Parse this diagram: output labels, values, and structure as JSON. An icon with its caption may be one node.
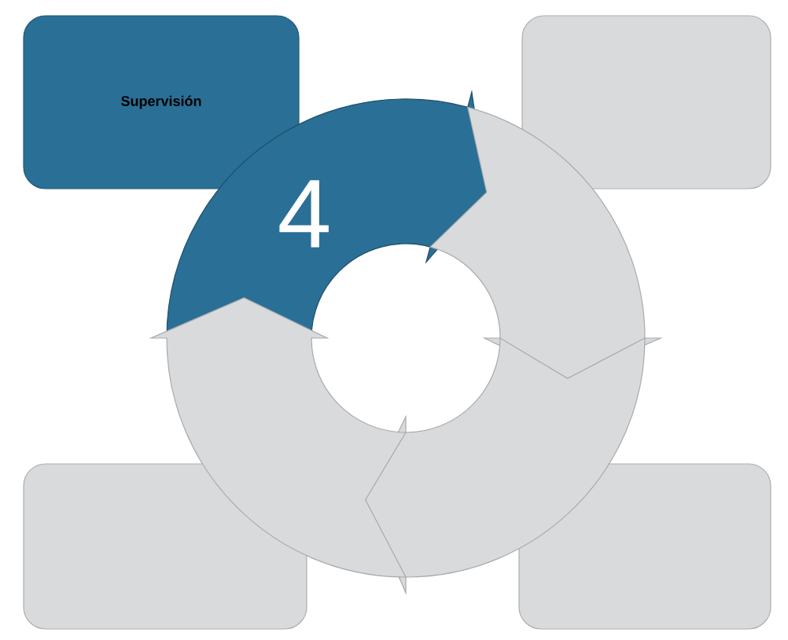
{
  "diagram": {
    "nodes": [
      {
        "text": [
          "Supervisión"
        ]
      },
      {
        "text": [],
        "shape": "box"
      },
      {
        "text": [],
        "shape": "box"
      },
      {
        "text": [],
        "shape": "box"
      }
    ],
    "labels": [
      "4"
    ]
  }
}
